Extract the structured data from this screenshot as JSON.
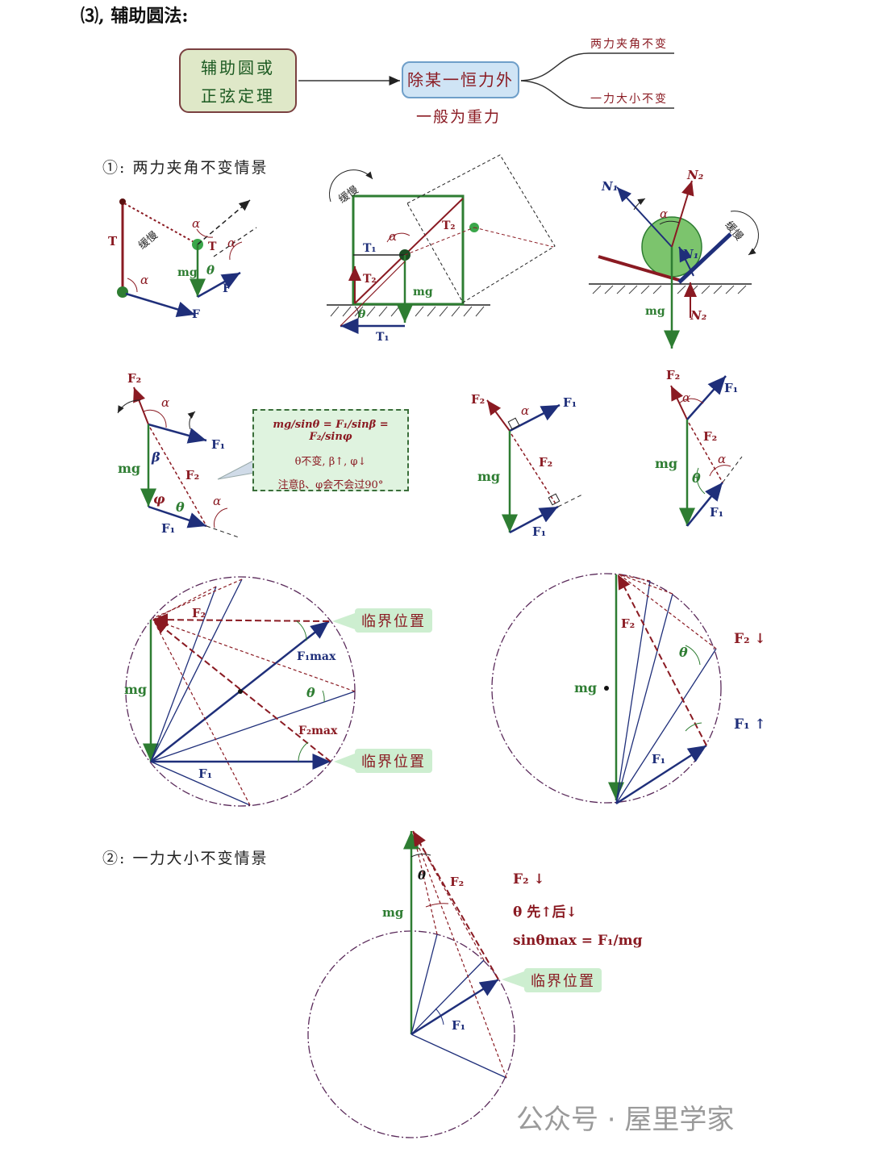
{
  "heading": "⑶, 辅助圆法:",
  "mindmap": {
    "box_left_line1": "辅助圆或",
    "box_left_line2": "正弦定理",
    "box_center": "除某一恒力外",
    "center_note": "一般为重力",
    "branch_top": "两力夹角不变",
    "branch_bottom": "一力大小不变"
  },
  "section1_title": "①: 两力夹角不变情景",
  "section2_title": "②: 一力大小不变情景",
  "labels": {
    "slow": "缓慢",
    "mg": "mg",
    "T": "T",
    "F": "F",
    "T1": "T₁",
    "T2": "T₂",
    "N1": "N₁",
    "N2": "N₂",
    "F1": "F₁",
    "F2": "F₂",
    "alpha": "α",
    "theta": "θ",
    "beta": "β",
    "phi": "φ",
    "F1max": "F₁max",
    "F2max": "F₂max"
  },
  "formula": {
    "line1": "mg/sinθ = F₁/sinβ = F₂/sinφ",
    "line2": "θ不变, β↑, φ↓",
    "line3": "注意β、φ会不会过90°"
  },
  "tags": {
    "critical": "临界位置"
  },
  "right_circle_notes": {
    "f2_trend": "F₂ ↓",
    "f1_trend": "F₁ ↑"
  },
  "section2_notes": {
    "f2_trend": "F₂ ↓",
    "theta_trend": "θ 先↑后↓",
    "sin_formula": "sinθmax = F₁/mg"
  },
  "watermark": "公众号 · 屋里学家",
  "colors": {
    "green": "#2e7d32",
    "red": "#8a1a22",
    "blue": "#1f2f7a",
    "dashed": "#7a2a4a"
  }
}
